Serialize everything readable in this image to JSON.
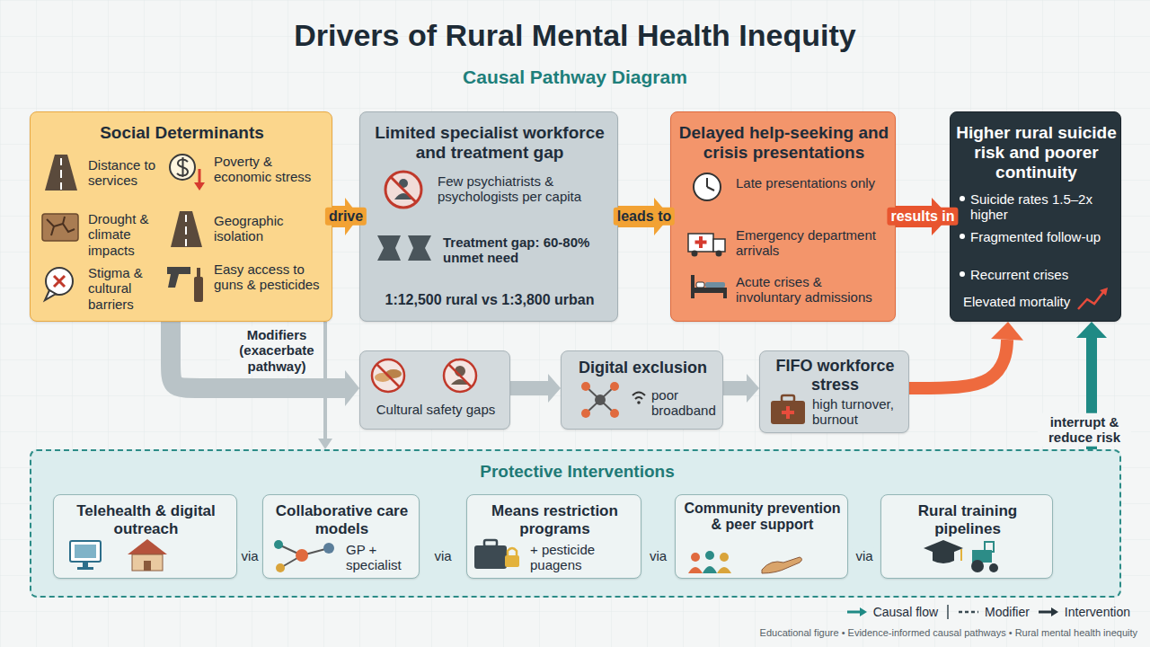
{
  "diagram": {
    "title": "Drivers of Rural Mental Health Inequity",
    "caption": "Educational figure • Evidence-informed causal pathways • Rural mental health inequity",
    "nodes": [
      {
        "text": [
          "Social Determinants",
          "Distance to services",
          "Poverty & economic stress",
          "Drought & climate impacts",
          "Geographic isolation",
          "Stigma & cultural barriers",
          "Easy access to guns & pesticides"
        ]
      },
      {
        "text": [
          "Limited specialist workforce and treatment gap",
          "Few psychiatrists & psychologists per capita",
          "Treatment gap: 60-80% unmet need",
          "1:12,500 rural vs 1:3,800 urban"
        ]
      },
      {
        "text": [
          "Delayed help-seeking and crisis presentations",
          "Late presentations only",
          "Emergency department arrivals",
          "Acute crises & involuntary admissions"
        ]
      },
      {
        "text": [
          "Higher rural suicide risk and poorer continuity",
          "Suicide rates 1.5–2x higher",
          "Fragmented follow-up",
          "Recurrent crises",
          "Elevated mortality"
        ]
      },
      {
        "text": [
          "Cultural safety gaps"
        ]
      },
      {
        "text": [
          "Digital exclusion",
          "poor broadband"
        ]
      },
      {
        "text": [
          "FIFO workforce stress",
          "high turnover, burnout"
        ]
      },
      {
        "text": [
          "Protective Interventions"
        ]
      },
      {
        "text": [
          "Telehealth & digital outreach"
        ],
        "in": 7
      },
      {
        "text": [
          "Collaborative care models",
          "GP + specialist"
        ],
        "in": 7
      },
      {
        "text": [
          "Means restriction programs",
          "+ pesticide puagens"
        ],
        "in": 7
      },
      {
        "text": [
          "Community prevention & peer support"
        ],
        "in": 7
      },
      {
        "text": [
          "Rural training pipelines"
        ],
        "in": 7
      }
    ],
    "edges": [
      {
        "from": 0,
        "to": 1,
        "label": "drive",
        "arrow": "to"
      },
      {
        "from": 1,
        "to": 2,
        "label": "leads to",
        "arrow": "to"
      },
      {
        "from": 2,
        "to": 3,
        "label": "results in",
        "arrow": "to"
      },
      {
        "from": 0,
        "to": 4,
        "label": "Modifiers (exacerbate pathway)",
        "arrow": "to"
      },
      {
        "from": 4,
        "to": 5,
        "arrow": "to"
      },
      {
        "from": 5,
        "to": 6,
        "arrow": "to"
      },
      {
        "from": 6,
        "to": 3,
        "arrow": "to"
      },
      {
        "from": 0,
        "to": 7,
        "arrow": "to"
      },
      {
        "from": 8,
        "to": 9,
        "label": "via",
        "arrow": "to"
      },
      {
        "from": 9,
        "to": 10,
        "label": "via",
        "arrow": "to"
      },
      {
        "from": 10,
        "to": 11,
        "label": "via",
        "arrow": "to"
      },
      {
        "from": 11,
        "to": 12,
        "label": "via",
        "arrow": "to"
      },
      {
        "from": 12,
        "to": 3,
        "label": "interrupt & reduce risk",
        "arrow": "to"
      }
    ],
    "labels": [
      "Causal Pathway Diagram"
    ],
    "legend": [
      {
        "text": "Causal flow"
      },
      {
        "text": "Modifier"
      },
      {
        "text": "Intervention"
      }
    ]
  }
}
